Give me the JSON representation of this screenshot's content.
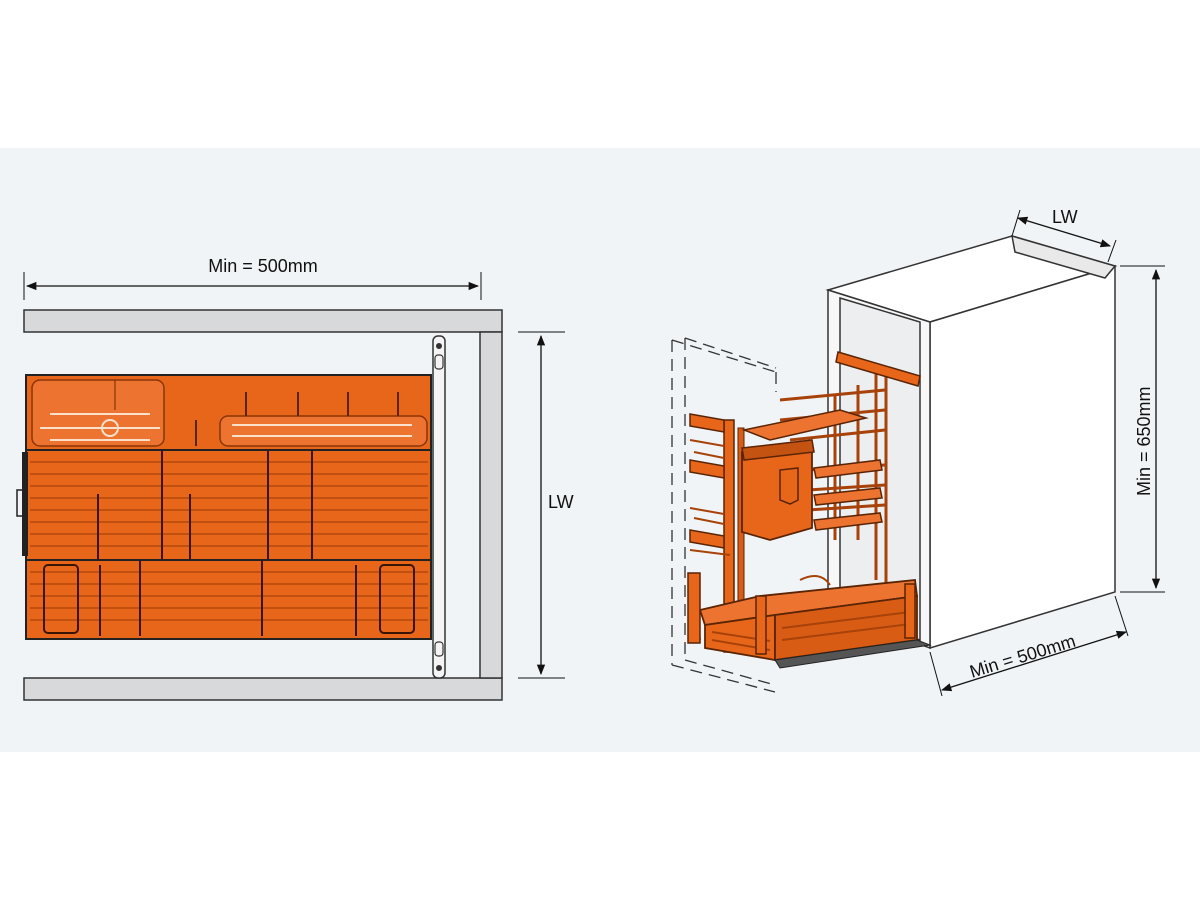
{
  "top_view": {
    "width_label": "Min = 500mm",
    "depth_label": "LW"
  },
  "iso_view": {
    "width_label": "LW",
    "height_label": "Min = 650mm",
    "depth_label": "Min = 500mm"
  },
  "colors": {
    "background": "#f1f4f6",
    "basket": "#e8661a",
    "basket_dark": "#a8420b",
    "cabinet_wall": "#d7d9db",
    "outline": "#222222"
  }
}
